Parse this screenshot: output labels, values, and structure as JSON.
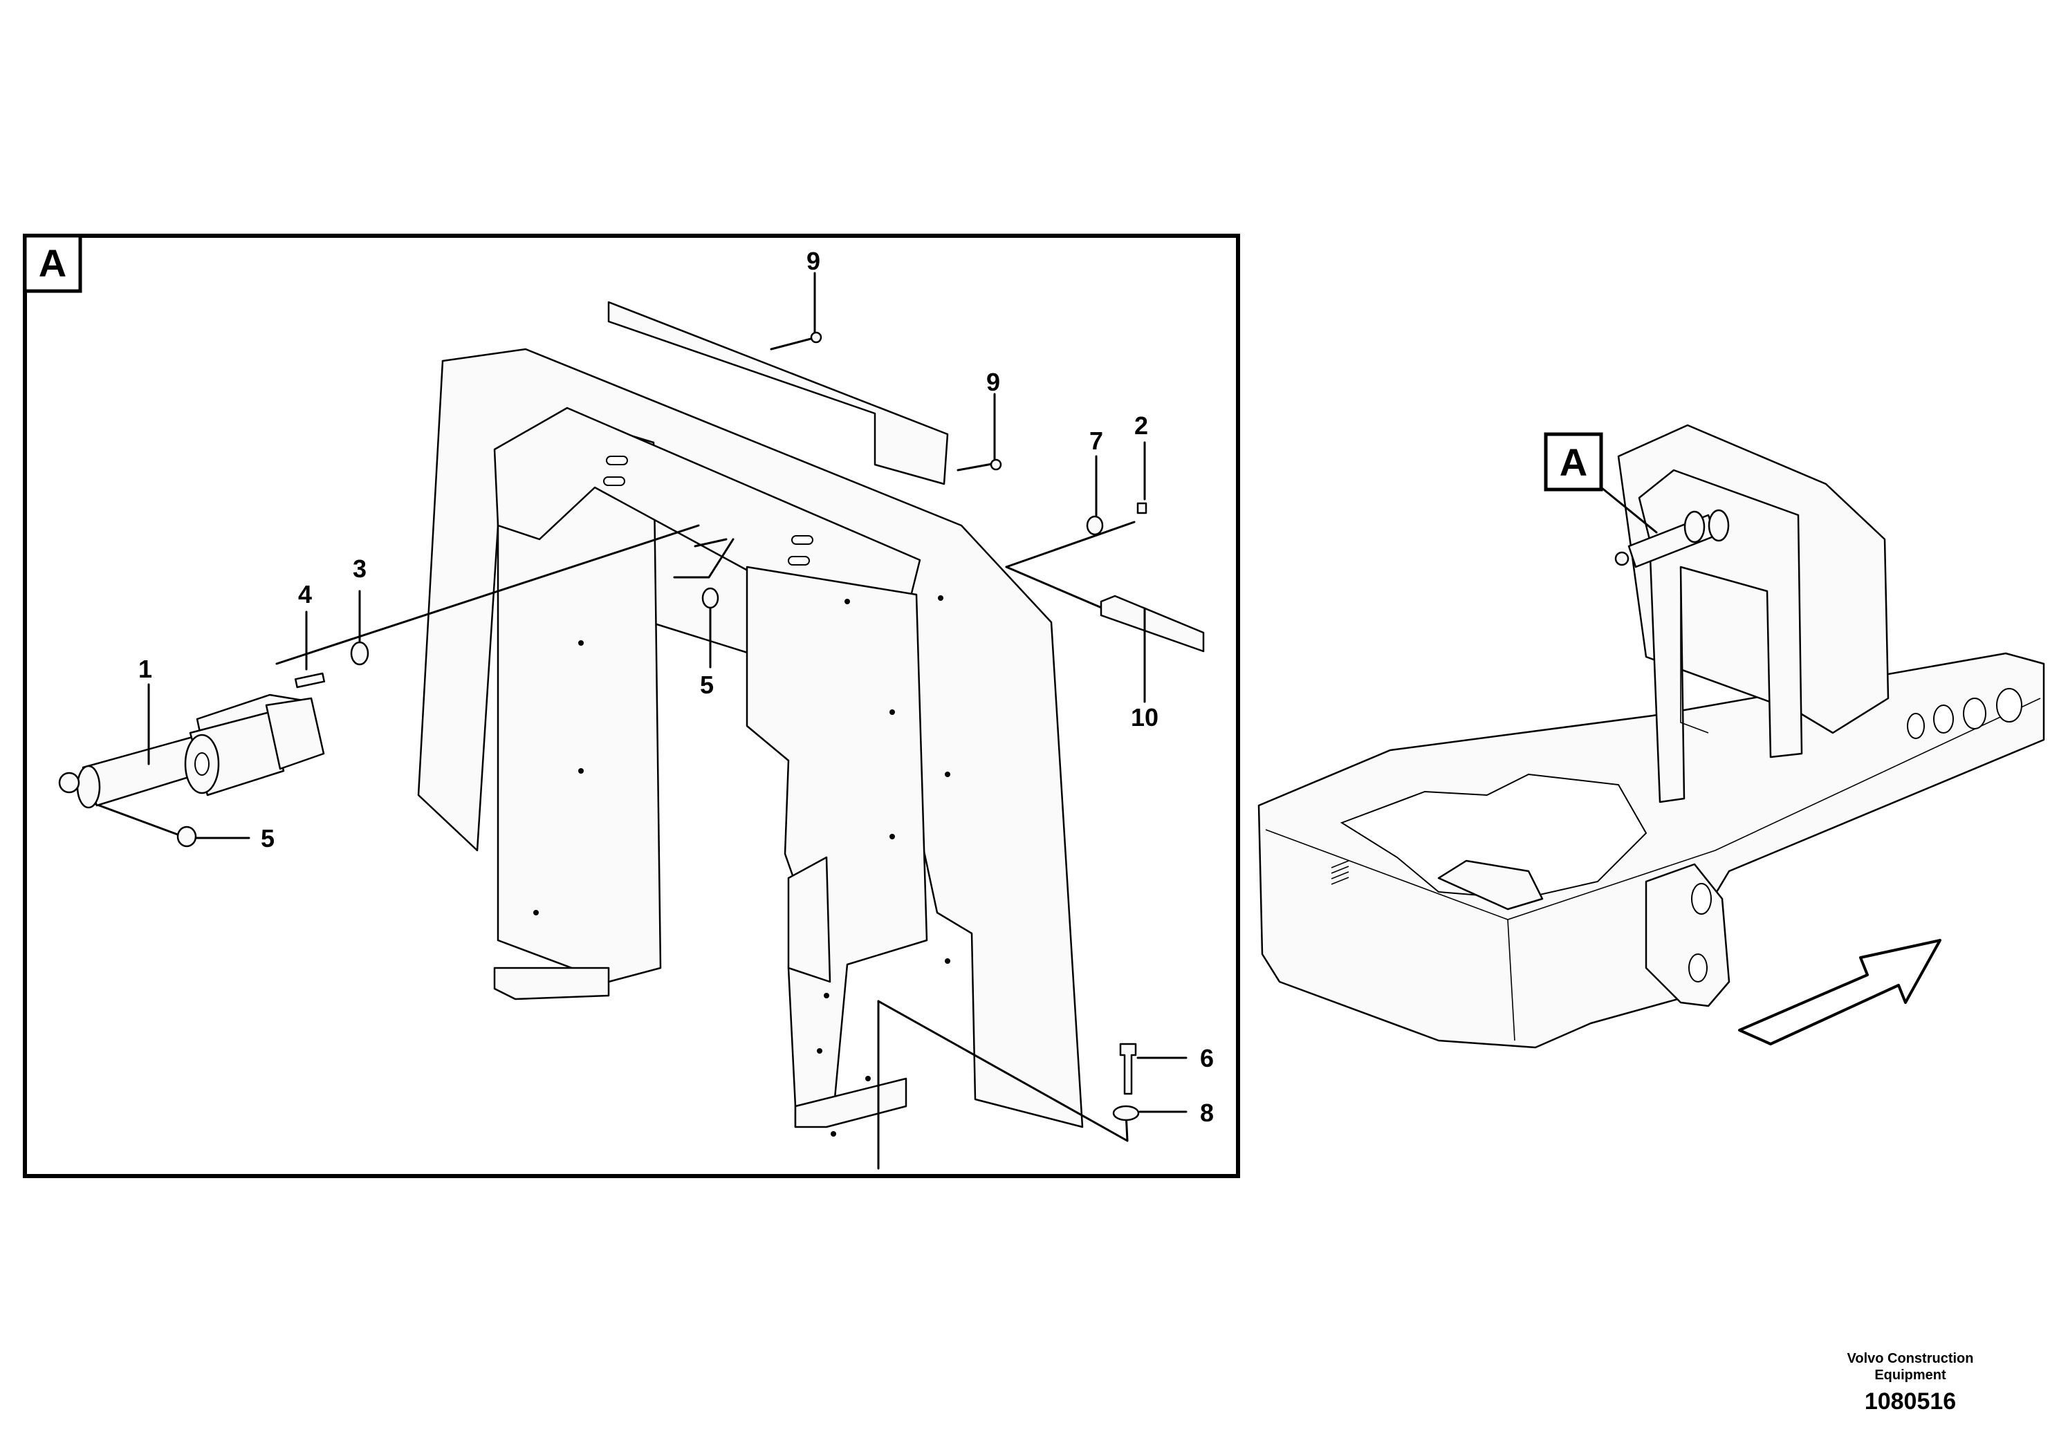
{
  "detail_view": {
    "badge": "A",
    "callouts": {
      "actuator": "1",
      "screw_top": "2",
      "washer": "3",
      "pin": "4",
      "clip_upper": "5",
      "clip_lower": "5",
      "bolt": "6",
      "washer_upper": "7",
      "washer_lower": "8",
      "rivet_top": "9",
      "rivet_mid": "9",
      "strip": "10"
    }
  },
  "overview": {
    "badge": "A"
  },
  "footer": {
    "company_line1": "Volvo Construction",
    "company_line2": "Equipment",
    "drawing_number": "1080516"
  }
}
